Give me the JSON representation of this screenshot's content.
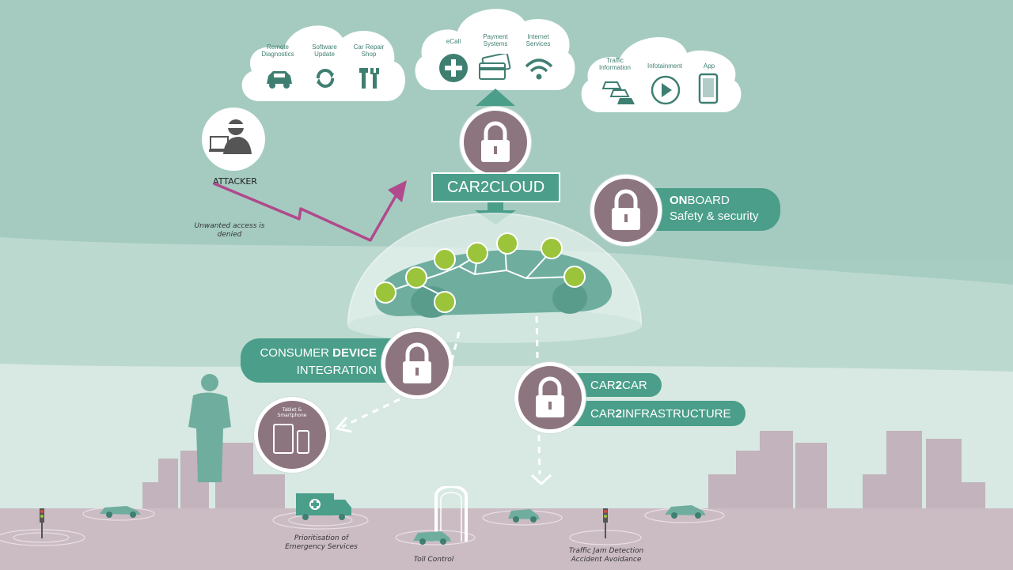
{
  "cloud_left": {
    "items": [
      "Remote Diagnostics",
      "Software Update",
      "Car Repair Shop"
    ]
  },
  "cloud_center": {
    "items": [
      "eCall",
      "Payment Systems",
      "Internet Services"
    ]
  },
  "cloud_right": {
    "items": [
      "Traffic Information",
      "Infotainment",
      "App"
    ]
  },
  "attacker": {
    "label": "ATTACKER",
    "note": "Unwanted access is denied"
  },
  "car2cloud": {
    "label": "CAR2CLOUD"
  },
  "onboard": {
    "strong": "ON",
    "rest": "BOARD",
    "sub": "Safety & security"
  },
  "consumer": {
    "line1_pre": "CONSUMER ",
    "line1_strong": "DEVICE",
    "line2": "INTEGRATION"
  },
  "devices": {
    "label": "Tablet & Smartphone"
  },
  "car2car": {
    "pre": "CAR",
    "strong": "2",
    "post": "CAR"
  },
  "car2infra": {
    "pre": "CAR",
    "strong": "2",
    "post": "INFRASTRUCTURE"
  },
  "bottom": {
    "emergency": "Prioritisation of Emergency Services",
    "toll": "Toll Control",
    "traffic": "Traffic Jam Detection Accident Avoidance"
  },
  "colors": {
    "teal": "#4a9e8a",
    "mauve": "#8d7580",
    "magenta": "#b04a8c",
    "lime": "#9bc43a",
    "road": "#cbbcc4"
  }
}
